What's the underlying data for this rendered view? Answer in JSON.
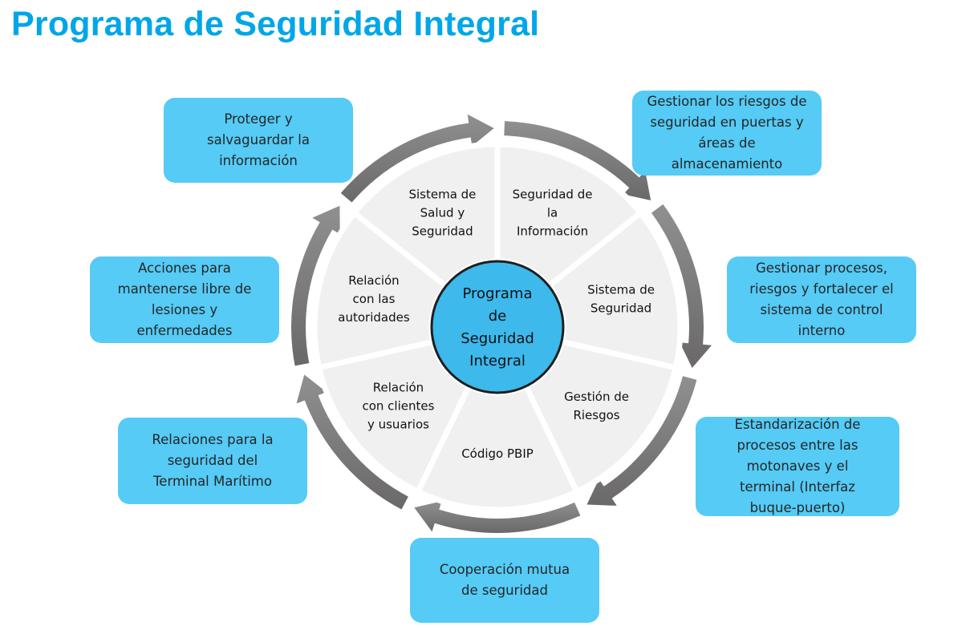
{
  "title": "Programa de Seguridad Integral",
  "colors": {
    "title": "#00A6E8",
    "callout_fill": "#55CBF6",
    "center_fill": "#3DB9EC",
    "center_stroke": "#1F1F1F",
    "segment_fill": "#F0F0F0",
    "segment_separator": "#FFFFFF",
    "arrow_light": "#8E8E8E",
    "arrow_dark": "#6A6868"
  },
  "center": {
    "lines": [
      "Programa",
      "de",
      "Seguridad",
      "Integral"
    ]
  },
  "segments": [
    {
      "id": "seguridad-informacion",
      "lines": [
        "Seguridad de",
        "la",
        "Información"
      ]
    },
    {
      "id": "sistema-seguridad",
      "lines": [
        "Sistema de",
        "Seguridad"
      ]
    },
    {
      "id": "gestion-riesgos",
      "lines": [
        "Gestión de",
        "Riesgos"
      ]
    },
    {
      "id": "codigo-pbip",
      "lines": [
        "Código PBIP"
      ]
    },
    {
      "id": "relacion-clientes",
      "lines": [
        "Relación",
        "con clientes",
        "y usuarios"
      ]
    },
    {
      "id": "relacion-autoridades",
      "lines": [
        "Relación",
        "con las",
        "autoridades"
      ]
    },
    {
      "id": "sistema-salud",
      "lines": [
        "Sistema de",
        "Salud y",
        "Seguridad"
      ]
    }
  ],
  "callouts": {
    "proteger": "Proteger y\nsalvaguardar la\ninformación",
    "gestionar_riesgos": "Gestionar los riesgos de\nseguridad en puertas y\náreas de\nalmacenamiento",
    "gestionar_procesos": "Gestionar procesos,\nriesgos y fortalecer el\nsistema de control\ninterno",
    "estandarizacion": "Estandarización de\nprocesos entre las\nmotonaves y el\nterminal (Interfaz\nbuque-puerto)",
    "cooperacion": "Cooperación mutua\nde seguridad",
    "relaciones": "Relaciones para la\nseguridad del\nTerminal Marítimo",
    "acciones": "Acciones para\nmantenerse libre de\nlesiones y\nenfermedades"
  }
}
